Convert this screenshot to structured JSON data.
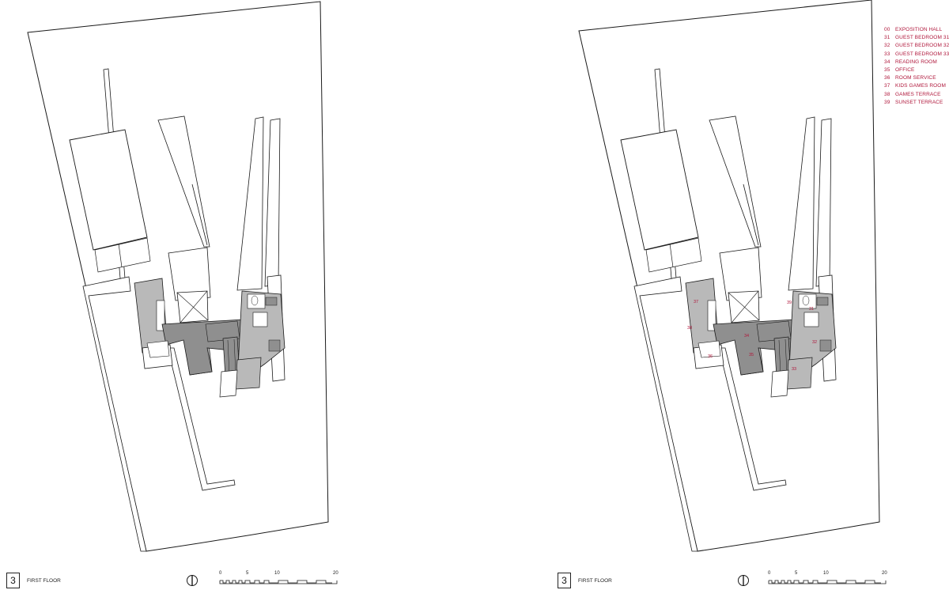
{
  "legend": {
    "items": [
      {
        "num": "00",
        "label": "EXPOSITION HALL"
      },
      {
        "num": "31",
        "label": "GUEST BEDROOM 31"
      },
      {
        "num": "32",
        "label": "GUEST BEDROOM 32"
      },
      {
        "num": "33",
        "label": "GUEST BEDROOM 33"
      },
      {
        "num": "34",
        "label": "READING ROOM"
      },
      {
        "num": "35",
        "label": "OFFICE"
      },
      {
        "num": "36",
        "label": "ROOM SERVICE"
      },
      {
        "num": "37",
        "label": "KIDS GAMES ROOM"
      },
      {
        "num": "38",
        "label": "GAMES TERRACE"
      },
      {
        "num": "39",
        "label": "SUNSET TERRACE"
      }
    ]
  },
  "left_plan": {
    "floor_number": "3",
    "floor_label": "FIRST FLOOR",
    "scale_ticks": [
      "0",
      "5",
      "10",
      "20"
    ]
  },
  "right_plan": {
    "floor_number": "3",
    "floor_label": "FIRST FLOOR",
    "scale_ticks": [
      "0",
      "5",
      "10",
      "20"
    ],
    "room_tags": [
      "37",
      "38",
      "36",
      "34",
      "35",
      "39",
      "31",
      "32",
      "33"
    ]
  },
  "colors": {
    "line": "#1a1a1a",
    "room_fill": "#b9b9b9",
    "dark_fill": "#8f8f8f",
    "accent": "#b0183c"
  }
}
